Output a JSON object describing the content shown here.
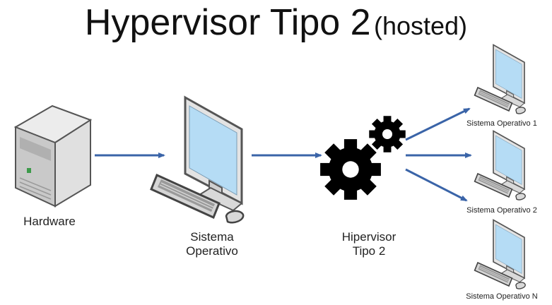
{
  "title": {
    "main": "Hypervisor Tipo 2",
    "sub": "(hosted)"
  },
  "colors": {
    "arrow": "#3a64a8",
    "screen": "#b5dcf5",
    "case": "#d0d0d0",
    "led": "#3c9a4a",
    "gear": "#000000"
  },
  "nodes": {
    "hardware": {
      "label": "Hardware",
      "icon": "server-tower-icon"
    },
    "os": {
      "label_line1": "Sistema",
      "label_line2": "Operativo",
      "icon": "desktop-computer-icon"
    },
    "hypervisor": {
      "label_line1": "Hipervisor",
      "label_line2": "Tipo 2",
      "icon": "gears-icon"
    }
  },
  "guests": [
    {
      "label": "Sistema Operativo 1",
      "icon": "desktop-computer-icon"
    },
    {
      "label": "Sistema Operativo 2",
      "icon": "desktop-computer-icon"
    },
    {
      "label": "Sistema Operativo N",
      "icon": "desktop-computer-icon"
    }
  ]
}
